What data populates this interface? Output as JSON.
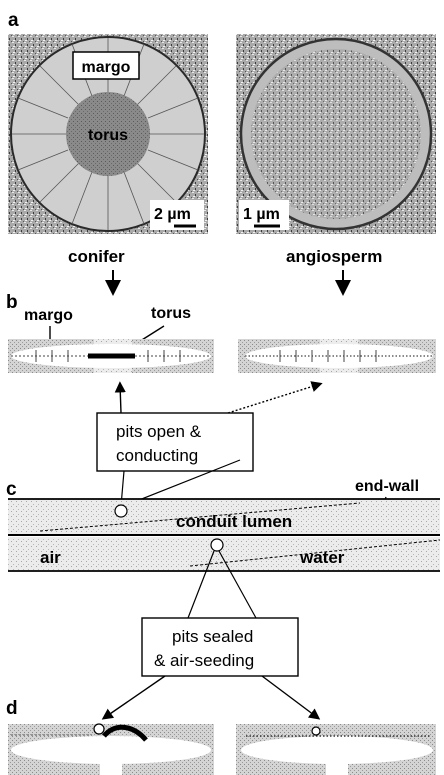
{
  "panels": {
    "a": "a",
    "b": "b",
    "c": "c",
    "d": "d"
  },
  "micrographs": {
    "conifer": {
      "margo_label": "margo",
      "torus_label": "torus",
      "scale_bar": "2 µm",
      "caption": "conifer"
    },
    "angiosperm": {
      "scale_bar": "1 µm",
      "caption": "angiosperm"
    }
  },
  "panel_b": {
    "margo_label": "margo",
    "torus_label": "torus",
    "callout": [
      "pits open &",
      "conducting"
    ]
  },
  "panel_c": {
    "end_wall_label": "end-wall",
    "conduit_label": "conduit lumen",
    "air_label": "air",
    "water_label": "water",
    "callout": [
      "pits sealed",
      "& air-seeding"
    ]
  }
}
